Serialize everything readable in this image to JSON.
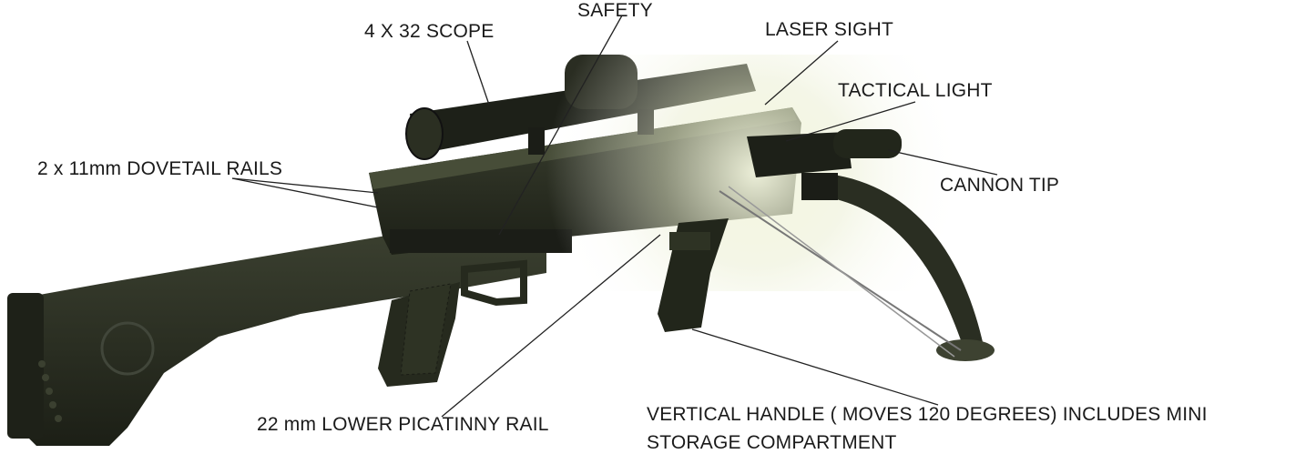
{
  "image": {
    "subject": "crossbow",
    "colors": {
      "body": "#24281c",
      "body_light": "#3a3f2c",
      "metal": "#1b1d17",
      "glow": "#f4f7df",
      "line": "#222222",
      "text": "#1a1a1a"
    }
  },
  "labels": {
    "safety": "SAFETY",
    "scope": "4 X 32 SCOPE",
    "laser": "LASER SIGHT",
    "tactical": "TACTICAL LIGHT",
    "dovetail": "2 x 11mm DOVETAIL RAILS",
    "cannon": "CANNON TIP",
    "picatinny": "22 mm LOWER PICATINNY RAIL",
    "handle_line1": "VERTICAL HANDLE  ( MOVES 120 DEGREES)    INCLUDES MINI",
    "handle_line2": "STORAGE COMPARTMENT"
  }
}
